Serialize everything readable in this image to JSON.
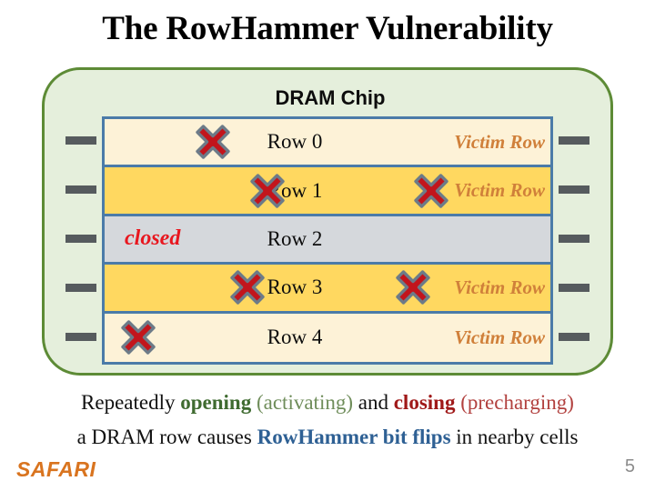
{
  "slide": {
    "title": "The RowHammer Vulnerability",
    "page_number": "5",
    "footer_logo": "SAFARI"
  },
  "chip": {
    "label": "DRAM Chip",
    "border_color": "#5d8b36",
    "fill_color": "#e5efdc",
    "row_border_color": "#4b7ba8"
  },
  "rows": [
    {
      "name": "Row 0",
      "fill": "cream",
      "fill_color": "#fdf2d7",
      "victim_label": "Victim Row",
      "state_label": "",
      "xmarks": [
        98
      ]
    },
    {
      "name": "Row 1",
      "fill": "gold",
      "fill_color": "#ffd860",
      "victim_label": "Victim Row",
      "state_label": "",
      "xmarks": [
        158,
        338
      ]
    },
    {
      "name": "Row 2",
      "fill": "gray",
      "fill_color": "#d5d8dc",
      "victim_label": "",
      "state_label": "closed",
      "xmarks": []
    },
    {
      "name": "Row 3",
      "fill": "gold",
      "fill_color": "#ffd860",
      "victim_label": "Victim Row",
      "state_label": "",
      "xmarks": [
        136,
        318
      ]
    },
    {
      "name": "Row 4",
      "fill": "cream",
      "fill_color": "#fdf2d7",
      "victim_label": "Victim Row",
      "state_label": "",
      "xmarks": [
        16
      ]
    }
  ],
  "caption": {
    "line1": {
      "seg1": "Repeatedly ",
      "opening": "opening",
      "activating": " (activating)",
      "seg2": " and ",
      "closing": "closing",
      "precharging": " (precharging)"
    },
    "line2": {
      "seg1": "a DRAM row causes ",
      "bitflips": "RowHammer bit flips",
      "seg2": " in nearby cells"
    }
  },
  "colors": {
    "victim_text": "#d0803a",
    "closed_text": "#e8171f",
    "xmark_fill": "#c2151c",
    "xmark_outline": "#6d7b88",
    "connector": "#565b5e",
    "safari_orange": "#d9741f"
  }
}
